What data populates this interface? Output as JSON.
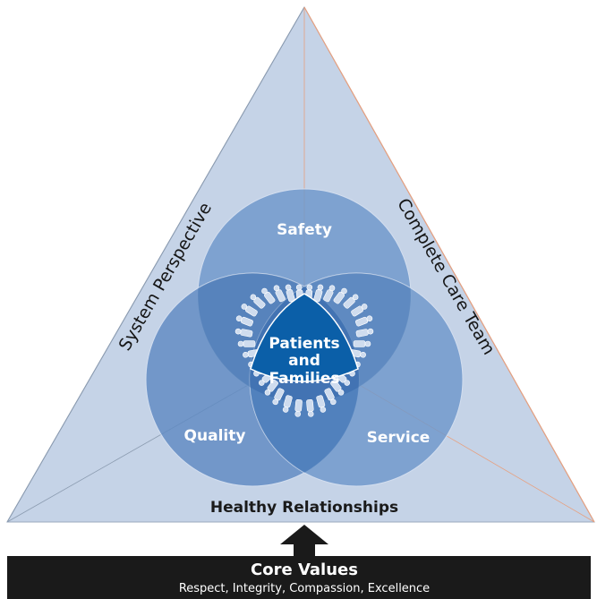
{
  "triangle": {
    "left_side_label": "System Perspective",
    "right_side_label": "Complete Care Team",
    "bottom_label": "Healthy Relationships"
  },
  "circles": {
    "top_label": "Safety",
    "left_label": "Quality",
    "right_label": "Service"
  },
  "center": {
    "line1": "Patients",
    "line2": "and",
    "line3": "Families"
  },
  "core_values": {
    "title": "Core Values",
    "subtitle": "Respect, Integrity, Compassion, Excellence"
  },
  "colors": {
    "triangle_fill": "#c5d3e7",
    "circle_fill": "#5e8cc6",
    "center_fill": "#0b5fa8",
    "bar_fill": "#1a1a1a"
  }
}
